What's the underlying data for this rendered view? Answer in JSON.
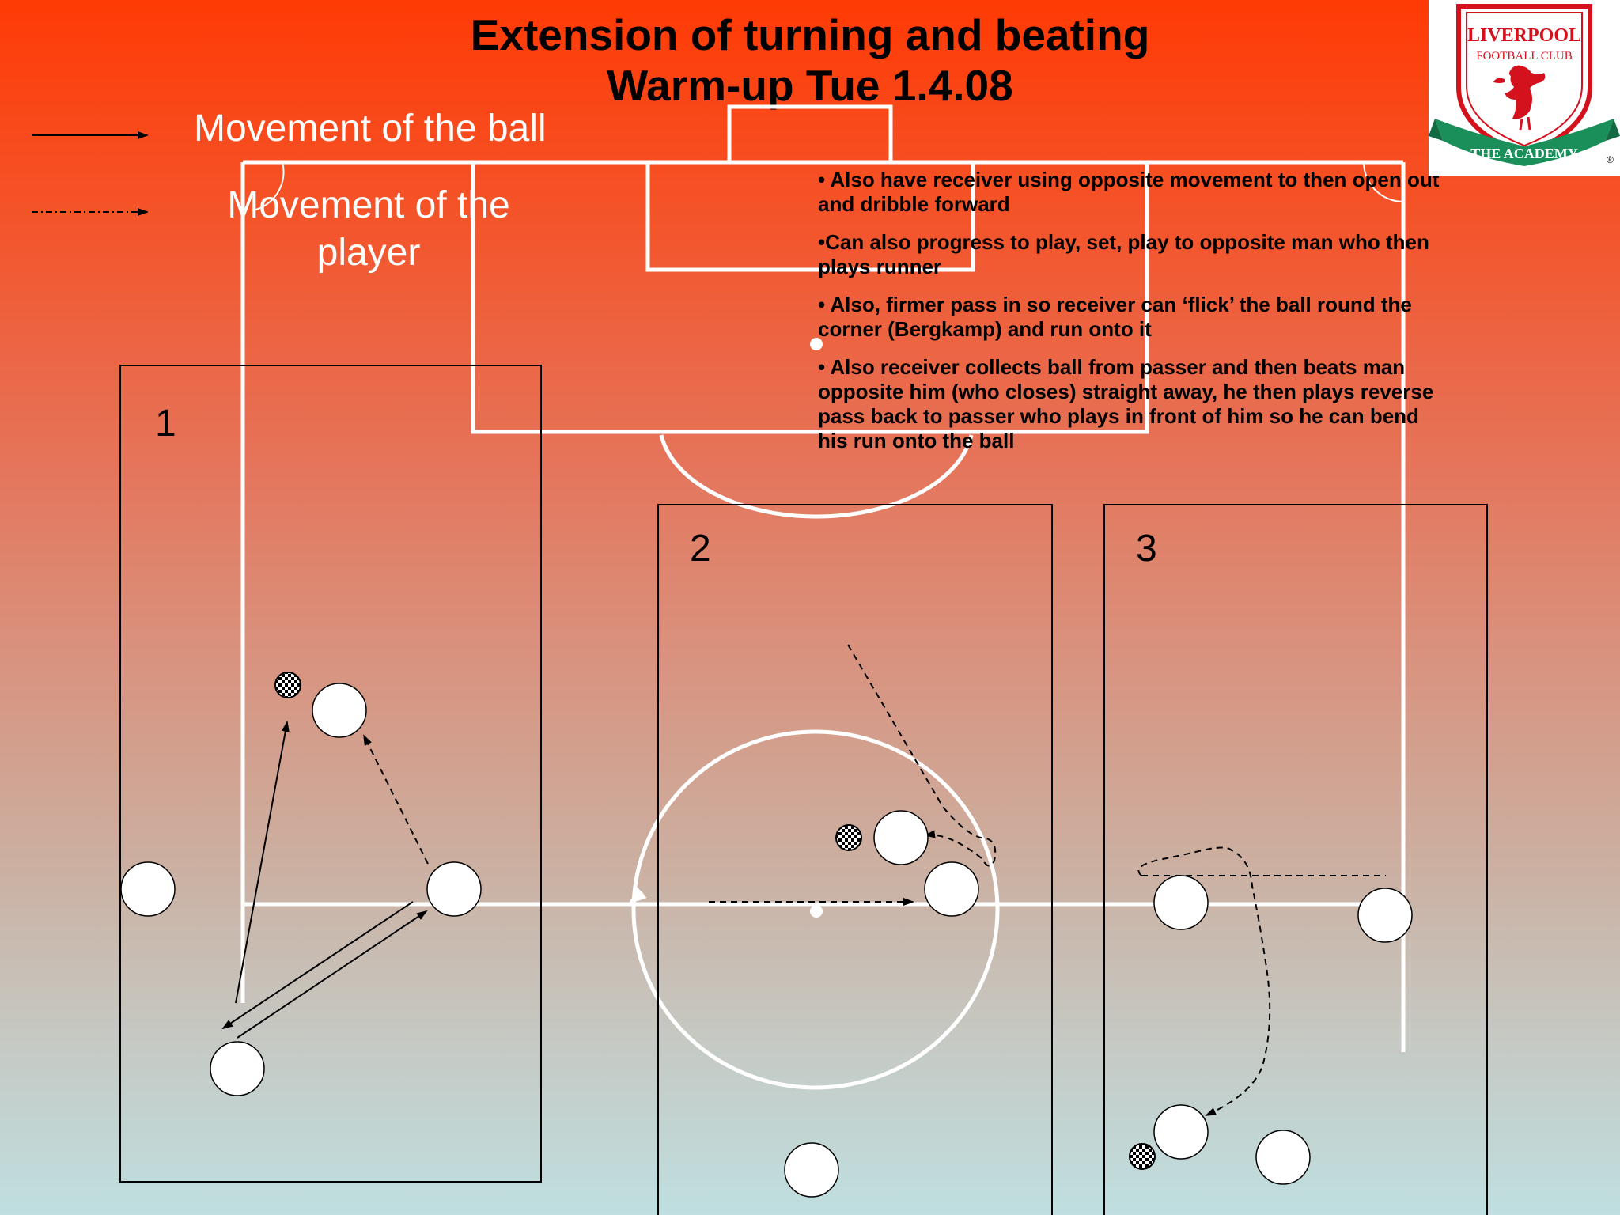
{
  "title": {
    "line1": "Extension of turning and beating",
    "line2": "Warm-up Tue 1.4.08"
  },
  "legend": {
    "ball_movement": "Movement of the ball",
    "player_movement_line1": "Movement of the",
    "player_movement_line2": "player"
  },
  "zones": [
    {
      "label": "1"
    },
    {
      "label": "2"
    },
    {
      "label": "3"
    }
  ],
  "notes": [
    "• Also have receiver using opposite movement to then open out and dribble forward",
    "•Can also progress to play, set, play to opposite man who then plays runner",
    "• Also, firmer pass in so receiver can ‘flick’ the ball round the corner (Bergkamp) and run onto it",
    "• Also receiver collects ball from passer and then beats man opposite him (who closes) straight away, he then plays reverse pass back to passer who plays in front of him so he can bend his run onto the ball"
  ],
  "logo": {
    "club_name": "LIVERPOOL",
    "club_sub": "FOOTBALL CLUB",
    "banner": "THE ACADEMY",
    "registered": "®",
    "icon": "liverbird-crest-icon"
  },
  "colors": {
    "pitch_lines": "#ffffff",
    "crest_red": "#d4121e",
    "crest_green": "#1a8f5a"
  }
}
